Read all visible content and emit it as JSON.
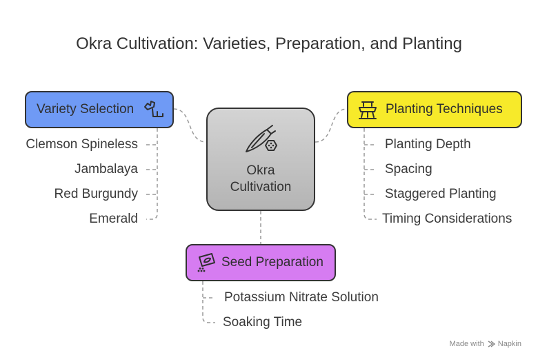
{
  "title": "Okra Cultivation: Varieties, Preparation, and Planting",
  "center": {
    "line1": "Okra",
    "line2": "Cultivation",
    "icon": "okra-pod-icon"
  },
  "variety": {
    "label": "Variety Selection",
    "icon": "hand-plant-icon",
    "color": "#6f9af5",
    "items": [
      "Clemson Spineless",
      "Jambalaya",
      "Red Burgundy",
      "Emerald"
    ]
  },
  "planting": {
    "label": "Planting Techniques",
    "icon": "seeder-icon",
    "color": "#f7ea2a",
    "items": [
      "Planting Depth",
      "Spacing",
      "Staggered Planting",
      "Timing Considerations"
    ]
  },
  "seed": {
    "label": "Seed Preparation",
    "icon": "seed-packet-icon",
    "color": "#d67cf1",
    "items": [
      "Potassium Nitrate Solution",
      "Soaking Time"
    ]
  },
  "footer": {
    "text": "Made with",
    "brand": "Napkin"
  }
}
